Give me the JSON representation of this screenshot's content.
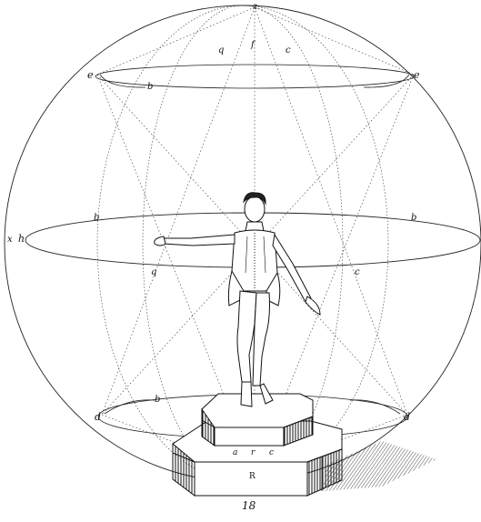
{
  "figure": {
    "caption": "18",
    "labels": {
      "zenith": "z",
      "top_q": "q",
      "top_f": "f",
      "top_c": "c",
      "e_left": "e",
      "e_right": "e",
      "b_upper": "b",
      "x_axis": "x",
      "h_point": "h",
      "b_left": "b",
      "b_right": "b",
      "q_mid": "q",
      "c_mid": "c",
      "d_left": "d",
      "d_right": "d",
      "b_lower": "b",
      "base_a": "a",
      "base_r": "r",
      "base_c": "c",
      "pedestal": "R"
    }
  },
  "colors": {
    "ink": "#1a1a1a",
    "paper": "#ffffff"
  }
}
